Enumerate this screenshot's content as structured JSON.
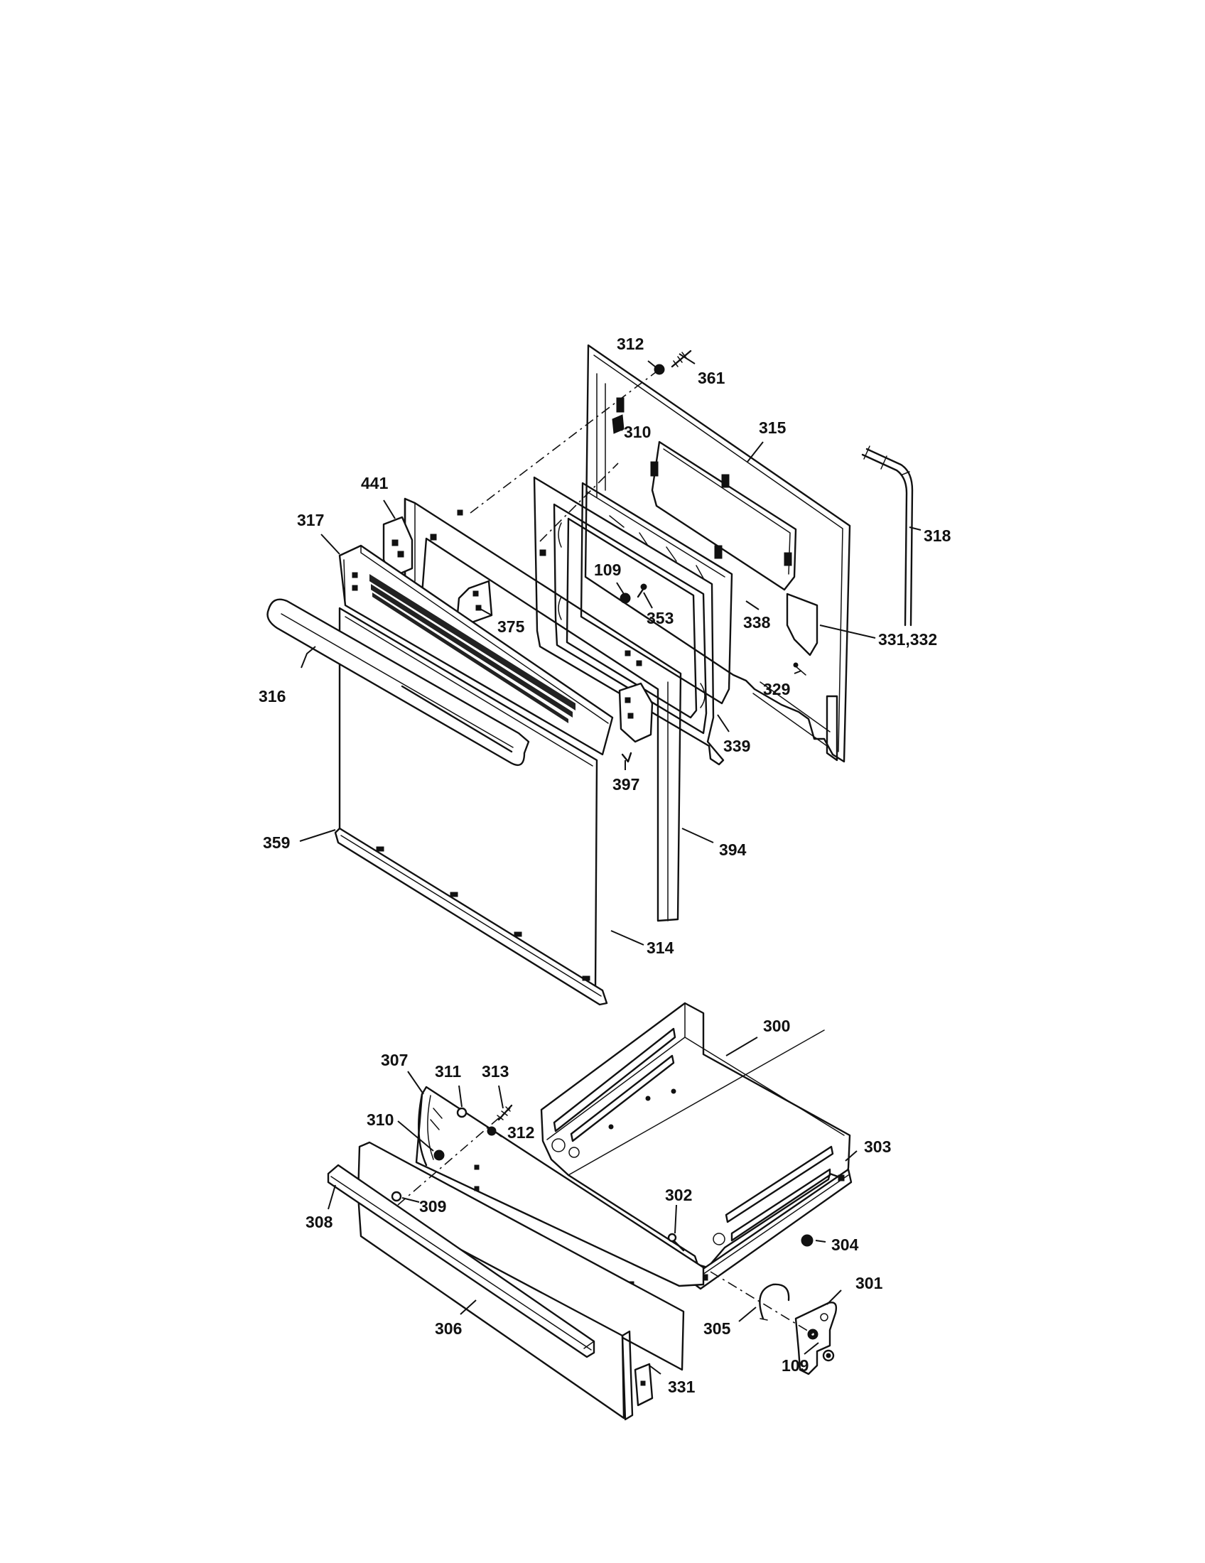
{
  "diagram": {
    "callouts": {
      "c312a": "312",
      "c361": "361",
      "c310a": "310",
      "c315": "315",
      "c318": "318",
      "c441": "441",
      "c317": "317",
      "c109a": "109",
      "c353": "353",
      "c375": "375",
      "c338": "338",
      "c331_332": "331,332",
      "c329": "329",
      "c316": "316",
      "c339": "339",
      "c397": "397",
      "c394": "394",
      "c359": "359",
      "c314": "314",
      "c300": "300",
      "c307": "307",
      "c311": "311",
      "c313": "313",
      "c312b": "312",
      "c310b": "310",
      "c303": "303",
      "c302": "302",
      "c309": "309",
      "c308": "308",
      "c304": "304",
      "c301": "301",
      "c305": "305",
      "c306": "306",
      "c109b": "109",
      "c331": "331"
    }
  }
}
